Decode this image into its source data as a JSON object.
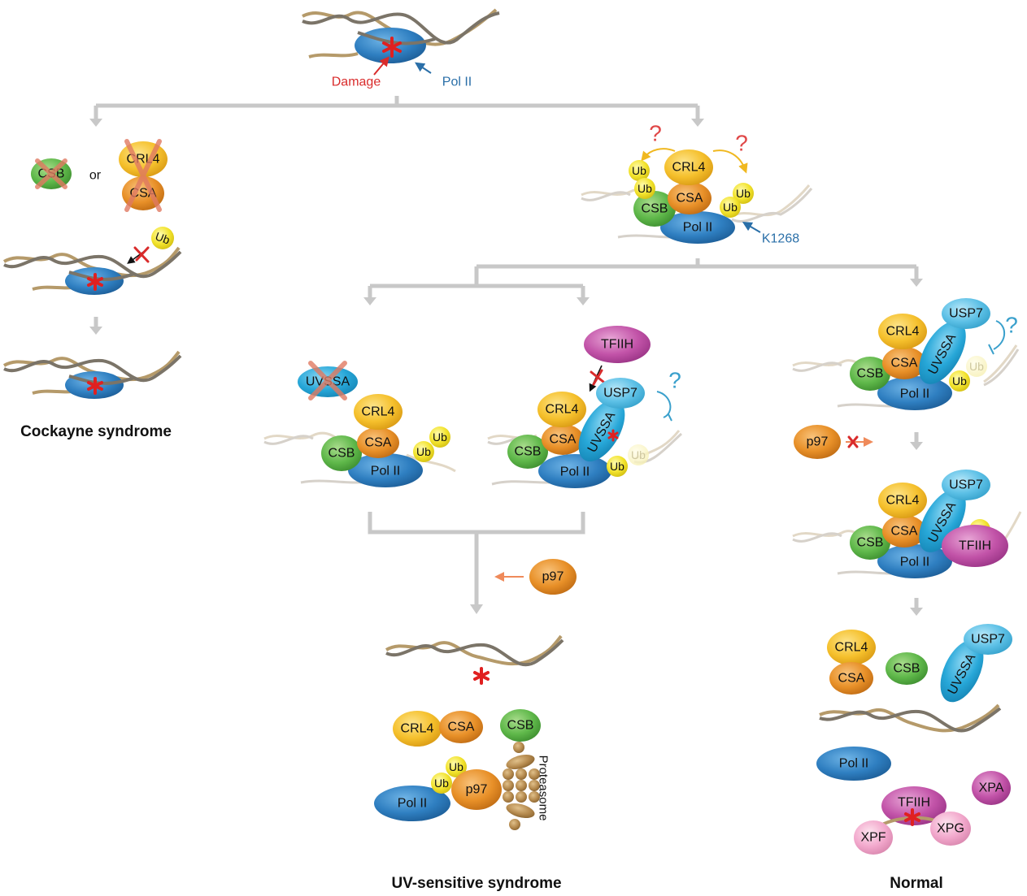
{
  "colors": {
    "pol2": "#2f7fc1",
    "csb": "#5fb84a",
    "crl4": "#f5c02c",
    "csa": "#e89028",
    "ub": "#f2e32c",
    "uvssa": "#27a7d8",
    "usp7": "#5cc0e6",
    "tfiih": "#c253a8",
    "p97": "#e89a28",
    "xp_pink": "#f2a8cc",
    "xpa": "#c253a8",
    "damage_red": "#d92b2b",
    "pol2_label_blue": "#2a6fa8",
    "question_red": "#e04848",
    "question_blue": "#3aa0cc",
    "connector_gray": "#c8c8c8",
    "proteasome": "#b58a4e"
  },
  "top": {
    "damage_label": "Damage",
    "pol2_label": "Pol II"
  },
  "cockayne": {
    "csb": "CSB",
    "or": "or",
    "crl4": "CRL4",
    "csa": "CSA",
    "ub": "Ub",
    "title": "Cockayne syndrome"
  },
  "ub_complex": {
    "question_left": "?",
    "question_right": "?",
    "crl4": "CRL4",
    "csa": "CSA",
    "csb": "CSB",
    "pol2": "Pol II",
    "ub": "Ub",
    "k1268": "K1268"
  },
  "uvs_a": {
    "uvssa": "UVSSA",
    "crl4": "CRL4",
    "csa": "CSA",
    "csb": "CSB",
    "pol2": "Pol II",
    "ub": "Ub"
  },
  "uvs_b": {
    "tfiih": "TFIIH",
    "usp7": "USP7",
    "question": "?",
    "crl4": "CRL4",
    "csa": "CSA",
    "uvssa": "UVSSA",
    "csb": "CSB",
    "pol2": "Pol II",
    "ub": "Ub"
  },
  "uvs_result": {
    "p97": "p97",
    "crl4": "CRL4",
    "csa": "CSA",
    "csb": "CSB",
    "ub": "Ub",
    "pol2": "Pol II",
    "proteasome": "Proteasome",
    "title": "UV-sensitive syndrome"
  },
  "normal": {
    "step1": {
      "crl4": "CRL4",
      "usp7": "USP7",
      "question": "?",
      "csa": "CSA",
      "uvssa": "UVSSA",
      "csb": "CSB",
      "ub": "Ub",
      "pol2": "Pol II",
      "p97": "p97"
    },
    "step2": {
      "crl4": "CRL4",
      "usp7": "USP7",
      "csa": "CSA",
      "uvssa": "UVSSA",
      "csb": "CSB",
      "tfiih": "TFIIH",
      "pol2": "Pol II"
    },
    "step3": {
      "crl4": "CRL4",
      "csa": "CSA",
      "csb": "CSB",
      "usp7": "USP7",
      "uvssa": "UVSSA",
      "pol2": "Pol II",
      "xpa": "XPA",
      "tfiih": "TFIIH",
      "xpf": "XPF",
      "xpg": "XPG"
    },
    "title": "Normal"
  }
}
